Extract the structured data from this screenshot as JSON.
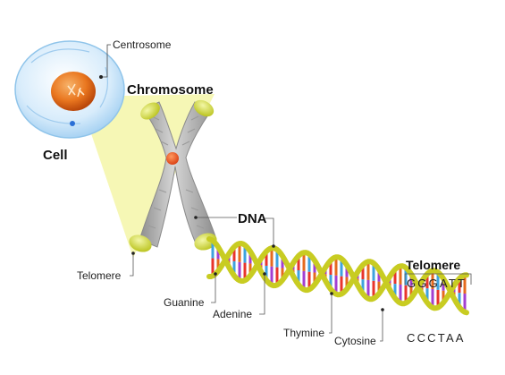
{
  "labels": {
    "centrosome": "Centrosome",
    "chromosome": "Chromosome",
    "cell": "Cell",
    "dna": "DNA",
    "telomere_left": "Telomere",
    "telomere_right": "Telomere",
    "guanine": "Guanine",
    "adenine": "Adenine",
    "thymine": "Thymine",
    "cytosine": "Cytosine"
  },
  "sequence": {
    "top": "GGGATT",
    "bottom": "CCCTAA"
  },
  "colors": {
    "backbone": "#c8cc22",
    "guanine": "#e8342c",
    "adenine": "#a23fd1",
    "thymine": "#3ea2de",
    "cytosine": "#e56a1e",
    "chromosome": "#a9a9a9",
    "telomere_tip": "#d7e03a",
    "highlight": "#f4f6a8",
    "cell": "#cfe8fb",
    "nucleus": "#e9761f"
  }
}
